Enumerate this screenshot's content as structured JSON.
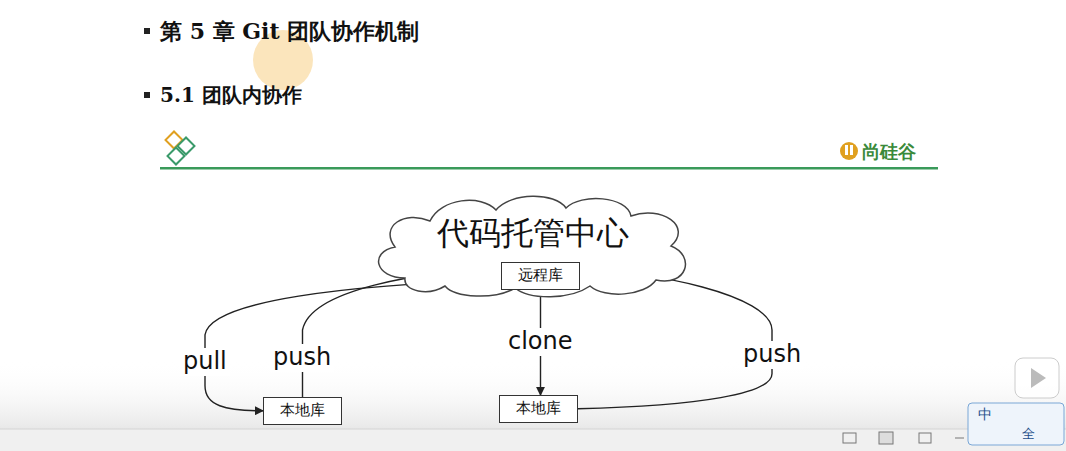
{
  "diagram": {
    "title": "第 5 章 Git 团队协作机制",
    "nodes": [
      {
        "text": [
          "代码托管中心"
        ]
      },
      {
        "text": [
          "远程库"
        ],
        "in": 0
      },
      {
        "text": [
          "本地库"
        ]
      },
      {
        "text": [
          "本地库"
        ]
      }
    ],
    "edges": [
      {
        "from": 1,
        "to": 2,
        "label": "pull",
        "arrow": "to"
      },
      {
        "from": 2,
        "to": 1,
        "label": "push",
        "arrow": "to"
      },
      {
        "from": 1,
        "to": 3,
        "label": "clone",
        "arrow": "to"
      },
      {
        "from": 3,
        "to": 1,
        "label": "push",
        "arrow": "to"
      }
    ],
    "labels": [
      "5.1 团队内协作",
      "尚硅谷",
      "中",
      "全"
    ]
  }
}
